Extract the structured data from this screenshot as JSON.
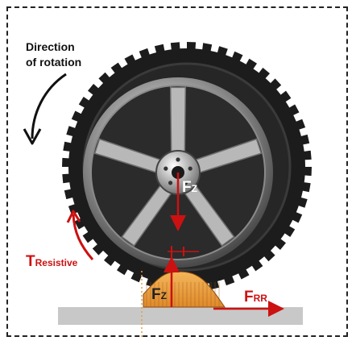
{
  "title_lines": [
    "Direction",
    "of rotation"
  ],
  "labels": {
    "fz_center": {
      "main": "F",
      "sub": "Z"
    },
    "fz_contact": {
      "main": "F",
      "sub": "Z"
    },
    "frr": {
      "main": "F",
      "sub": "RR"
    },
    "t_resistive": {
      "main": "T",
      "sub": "Resistive"
    }
  },
  "colors": {
    "force_arrow": "#cc1111",
    "pressure_fill": "#f0a23a",
    "ground": "#c8c8c8",
    "tire": "#1c1c1c"
  },
  "icons": [
    "rotation-arrow-icon",
    "resistive-torque-arrow-icon",
    "wheel-illustration"
  ]
}
